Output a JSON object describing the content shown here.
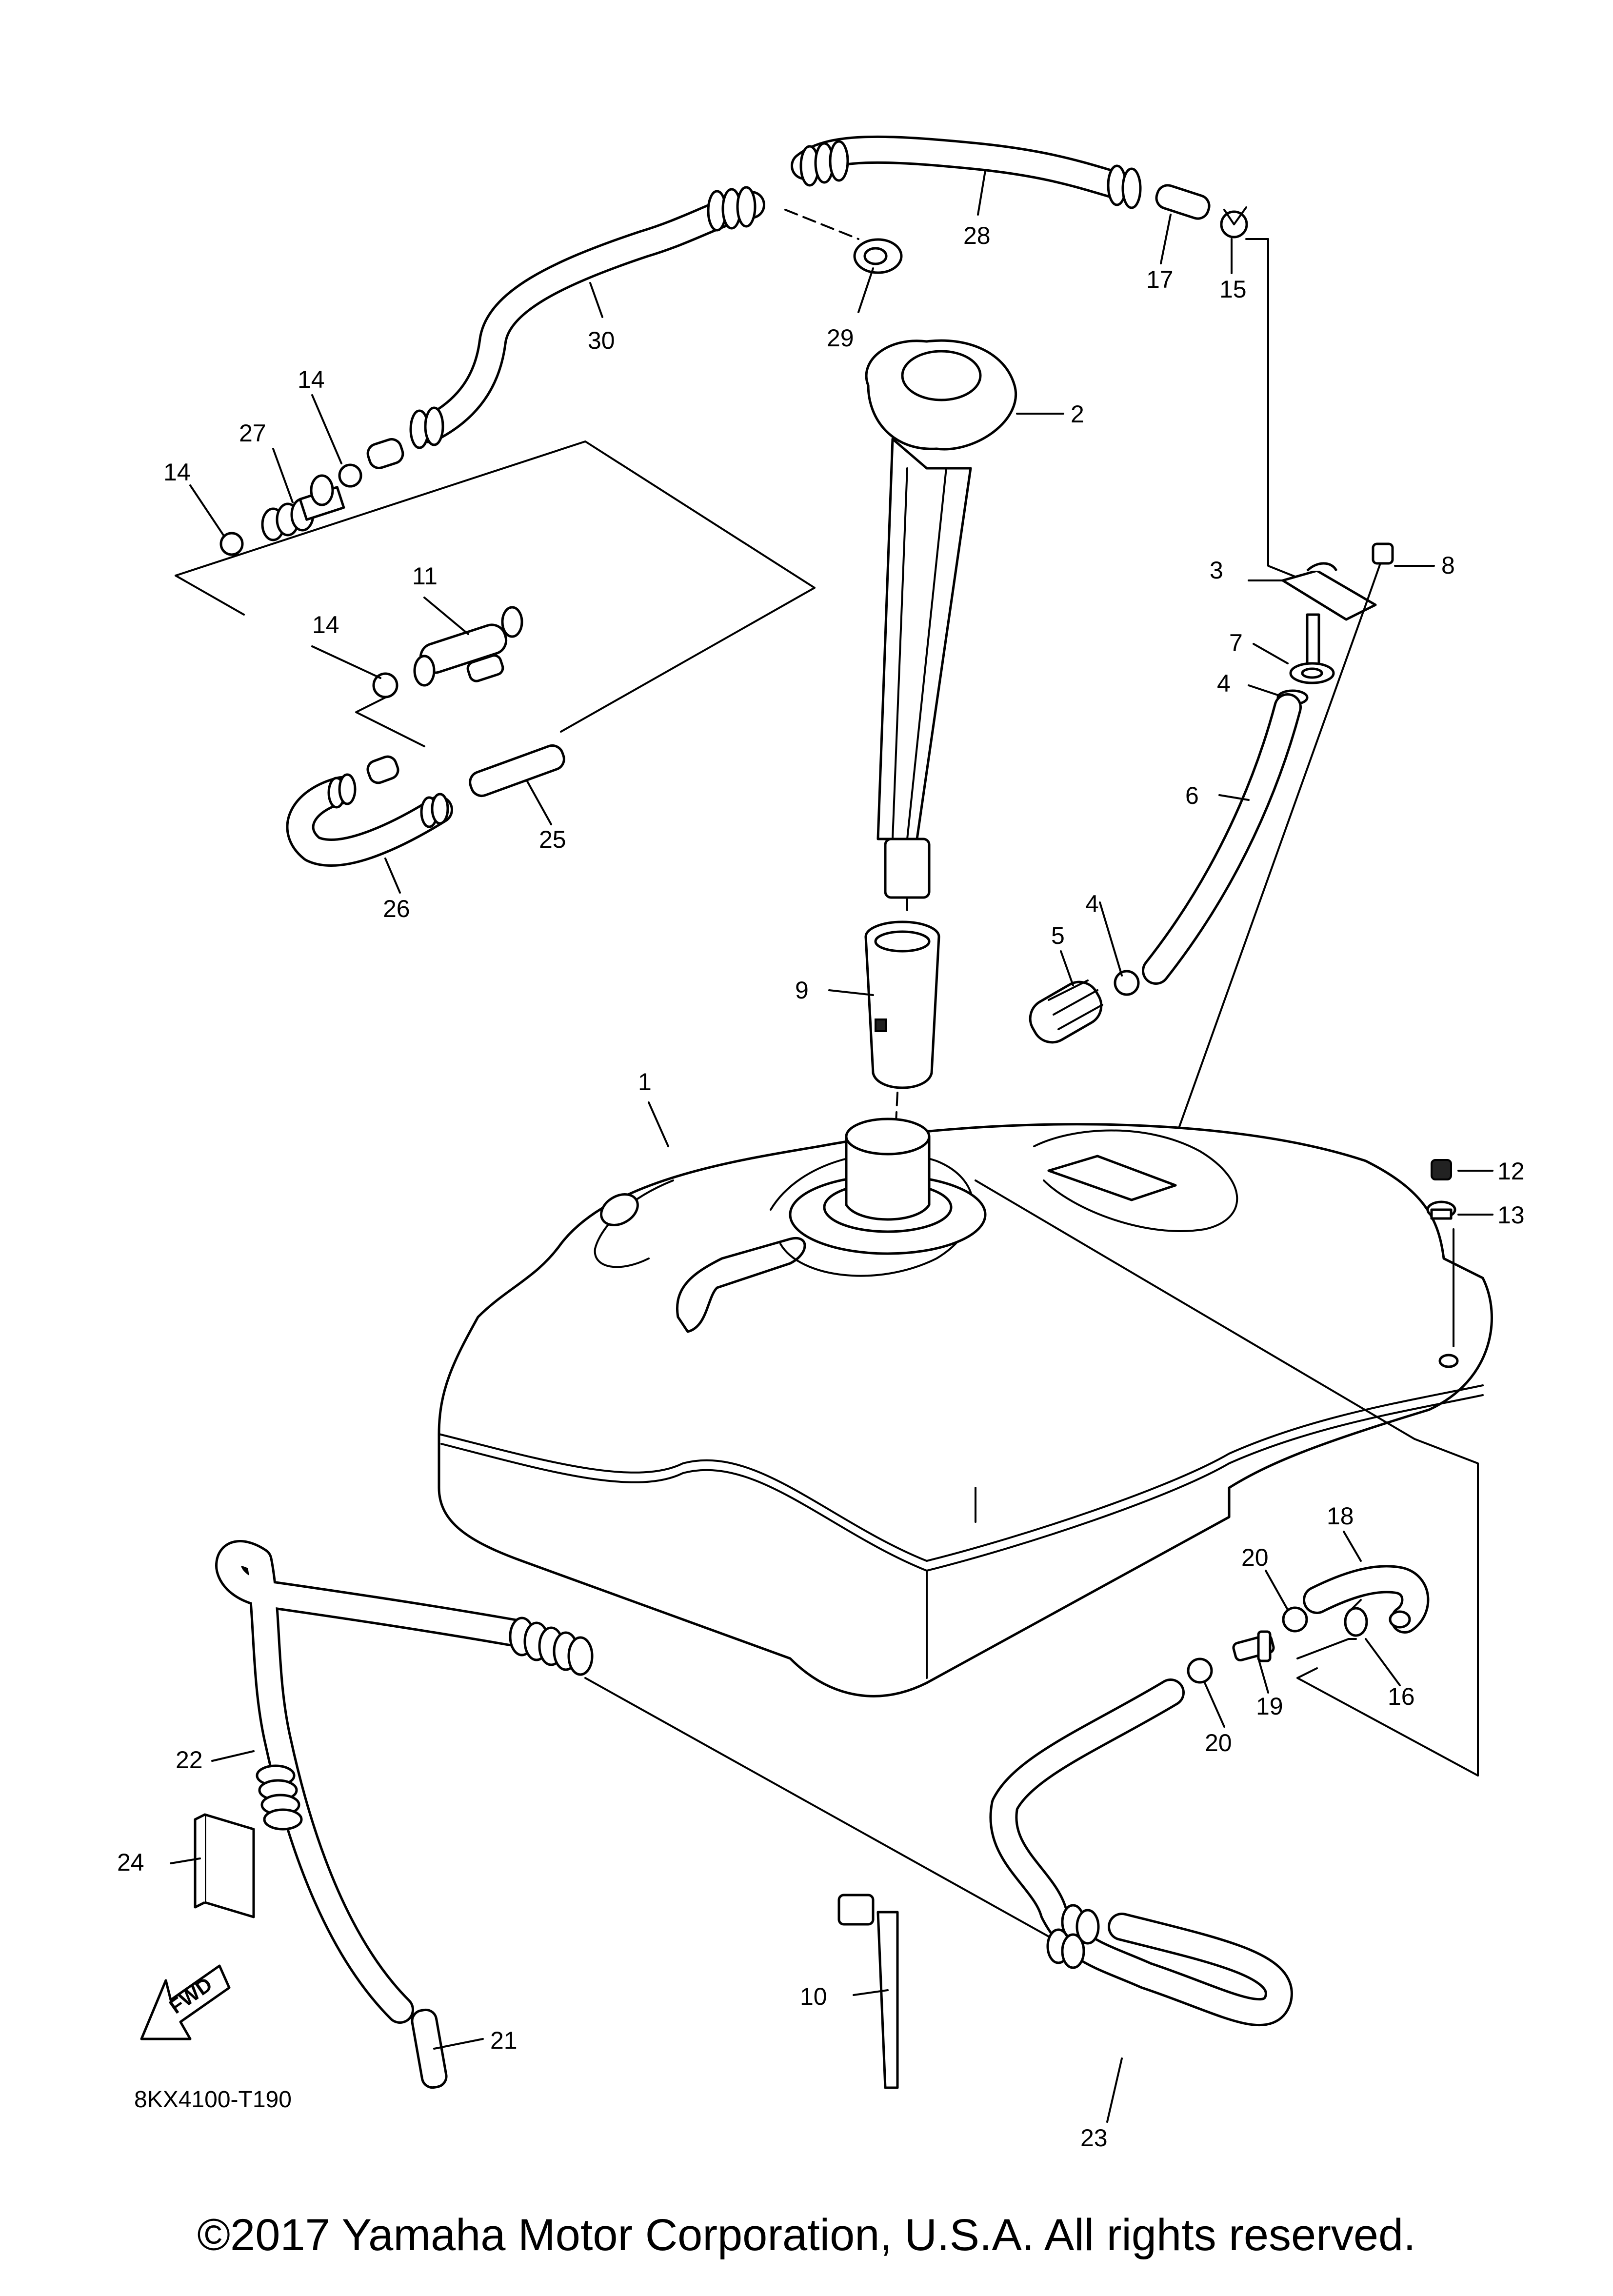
{
  "diagram": {
    "drawing_code": "8KX4100-T190",
    "fwd_label": "FWD",
    "callouts": [
      "1",
      "2",
      "3",
      "4",
      "4",
      "5",
      "6",
      "7",
      "8",
      "9",
      "10",
      "11",
      "12",
      "13",
      "14",
      "14",
      "14",
      "15",
      "16",
      "17",
      "18",
      "19",
      "20",
      "20",
      "21",
      "22",
      "23",
      "24",
      "25",
      "26",
      "27",
      "28",
      "29",
      "30"
    ]
  },
  "footer": {
    "copyright": "©2017 Yamaha Motor Corporation, U.S.A. All rights reserved."
  }
}
